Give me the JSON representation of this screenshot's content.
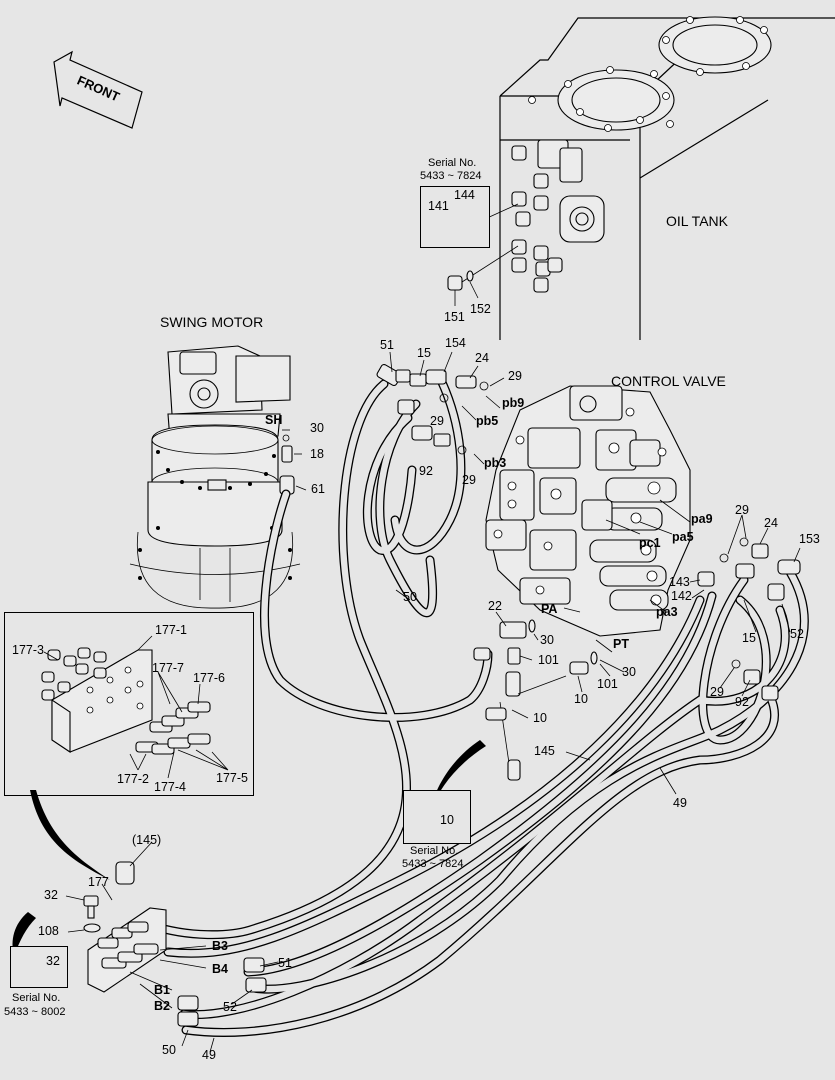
{
  "diagram": {
    "components": {
      "front": "FRONT",
      "oil_tank": "OIL TANK",
      "swing_motor": "SWING MOTOR",
      "control_valve": "CONTROL VALVE"
    },
    "serial_notes": {
      "top": {
        "title": "Serial No.",
        "range": "5433 ~ 7824",
        "parts": [
          "141",
          "144"
        ]
      },
      "middle": {
        "title": "Serial No.",
        "range": "5433 ~ 7824",
        "parts": [
          "10"
        ]
      },
      "bottom": {
        "title": "Serial No.",
        "range": "5433 ~ 8002",
        "parts": [
          "32"
        ]
      }
    },
    "ports": {
      "SH": "SH",
      "PA": "PA",
      "PT": "PT",
      "pb9": "pb9",
      "pb5": "pb5",
      "pb3": "pb3",
      "pa9": "pa9",
      "pa5": "pa5",
      "pc1": "pc1",
      "pa3": "pa3",
      "B1": "B1",
      "B2": "B2",
      "B3": "B3",
      "B4": "B4"
    },
    "detail_labels": {
      "l177_1": "177-1",
      "l177_2": "177-2",
      "l177_3": "177-3",
      "l177_4": "177-4",
      "l177_5": "177-5",
      "l177_6": "177-6",
      "l177_7": "177-7"
    },
    "callouts": {
      "c151": "151",
      "c152": "152",
      "c51a": "51",
      "c15a": "15",
      "c154": "154",
      "c24a": "24",
      "c29a": "29",
      "c29b": "29",
      "c92a": "92",
      "c29c": "29",
      "c30a": "30",
      "c18": "18",
      "c61": "61",
      "c50a": "50",
      "c22": "22",
      "c30b": "30",
      "c101a": "101",
      "c101b": "101",
      "c30c": "30",
      "c10a": "10",
      "c10b": "10",
      "c29d": "29",
      "c24b": "24",
      "c153": "153",
      "c143": "143",
      "c142": "142",
      "c15b": "15",
      "c52a": "52",
      "c29e": "29",
      "c92b": "92",
      "c145": "145",
      "c49a": "49",
      "c145p": "(145)",
      "c177": "177",
      "c32a": "32",
      "c108": "108",
      "c51b": "51",
      "c52b": "52",
      "c50b": "50",
      "c49b": "49"
    }
  }
}
